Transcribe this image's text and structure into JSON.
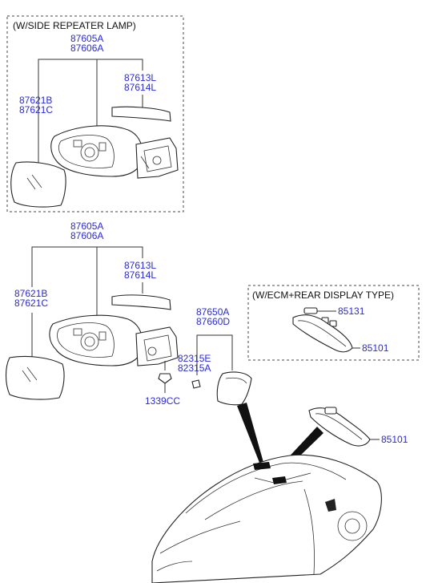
{
  "colors": {
    "label": "#2a2ad8",
    "text": "#111111",
    "line": "#333333"
  },
  "box_top": {
    "caption": "(W/SIDE REPEATER LAMP)"
  },
  "box_ecm": {
    "caption": "(W/ECM+REAR DISPLAY TYPE)"
  },
  "labels": {
    "top_mirror_a": "87605A",
    "top_mirror_b": "87606A",
    "top_lamp_a": "87613L",
    "top_lamp_b": "87614L",
    "top_glass_a": "87621B",
    "top_glass_b": "87621C",
    "mid_mirror_a": "87605A",
    "mid_mirror_b": "87606A",
    "mid_lamp_a": "87613L",
    "mid_lamp_b": "87614L",
    "mid_glass_a": "87621B",
    "mid_glass_b": "87621C",
    "cover_a": "87650A",
    "cover_b": "87660D",
    "clip_a": "82315E",
    "clip_b": "82315A",
    "screw": "1339CC",
    "ecm_bulb": "85131",
    "ecm_mirror": "85101",
    "inside_mirror": "85101"
  }
}
